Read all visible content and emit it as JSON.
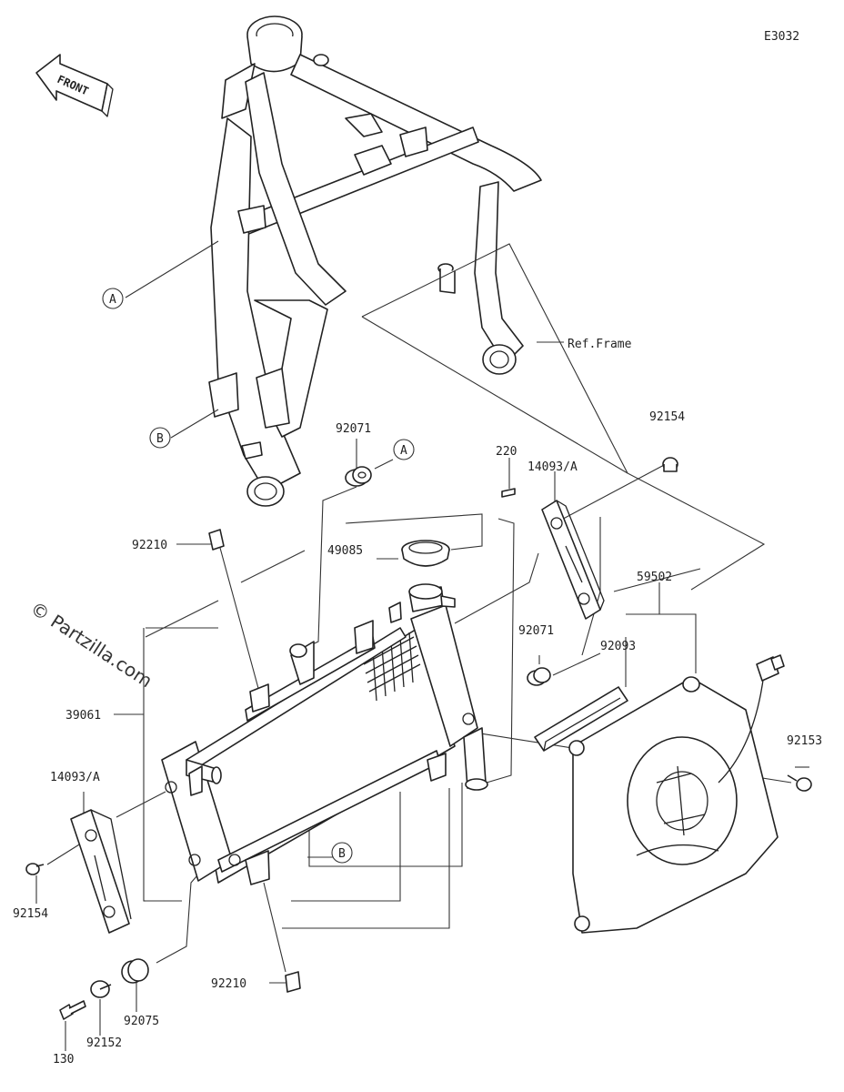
{
  "diagram": {
    "code": "E3032",
    "front_label": "FRONT",
    "watermark": "© Partzilla.com",
    "ref_frame": "Ref.Frame",
    "callouts": {
      "a": "A",
      "b": "B"
    },
    "part_numbers": {
      "p92071_top": "92071",
      "p92154_top": "92154",
      "p220": "220",
      "p14093a_top": "14093/A",
      "p92210_top": "92210",
      "p49085": "49085",
      "p59502": "59502",
      "p92071_mid": "92071",
      "p92093": "92093",
      "p39061": "39061",
      "p92153": "92153",
      "p14093a_left": "14093/A",
      "p92154_left": "92154",
      "p92210_bottom": "92210",
      "p92075": "92075",
      "p92152": "92152",
      "p130": "130"
    }
  }
}
